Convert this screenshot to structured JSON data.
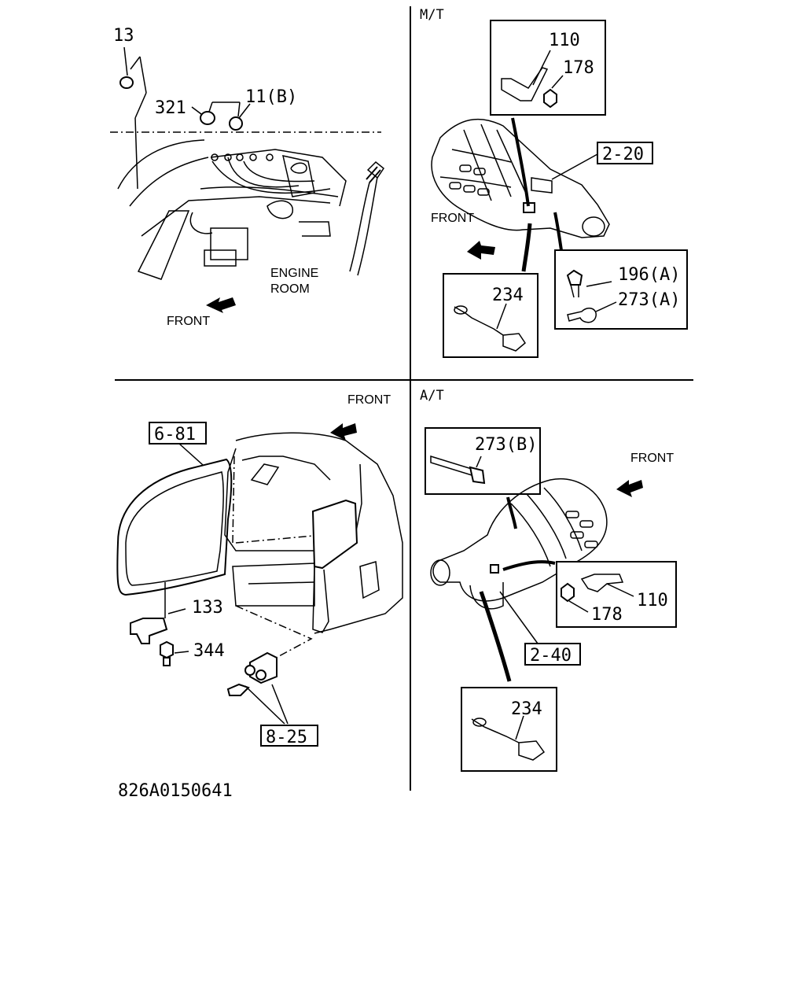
{
  "quadrants": {
    "engine_room": {
      "parts": [
        "13",
        "321",
        "11(B)"
      ],
      "area_label": [
        "ENGINE",
        "ROOM"
      ],
      "front": "FRONT"
    },
    "manual_trans": {
      "header": "M/T",
      "parts": [
        "110",
        "178",
        "234",
        "196(A)",
        "273(A)"
      ],
      "ref_box": "2-20",
      "front": "FRONT"
    },
    "rear_door": {
      "parts": [
        "133",
        "344"
      ],
      "ref_boxes": [
        "6-81",
        "8-25"
      ],
      "front": "FRONT"
    },
    "auto_trans": {
      "header": "A/T",
      "parts": [
        "273(B)",
        "110",
        "178",
        "234"
      ],
      "ref_box": "2-40",
      "front": "FRONT"
    }
  },
  "drawing_number": "826A0150641"
}
